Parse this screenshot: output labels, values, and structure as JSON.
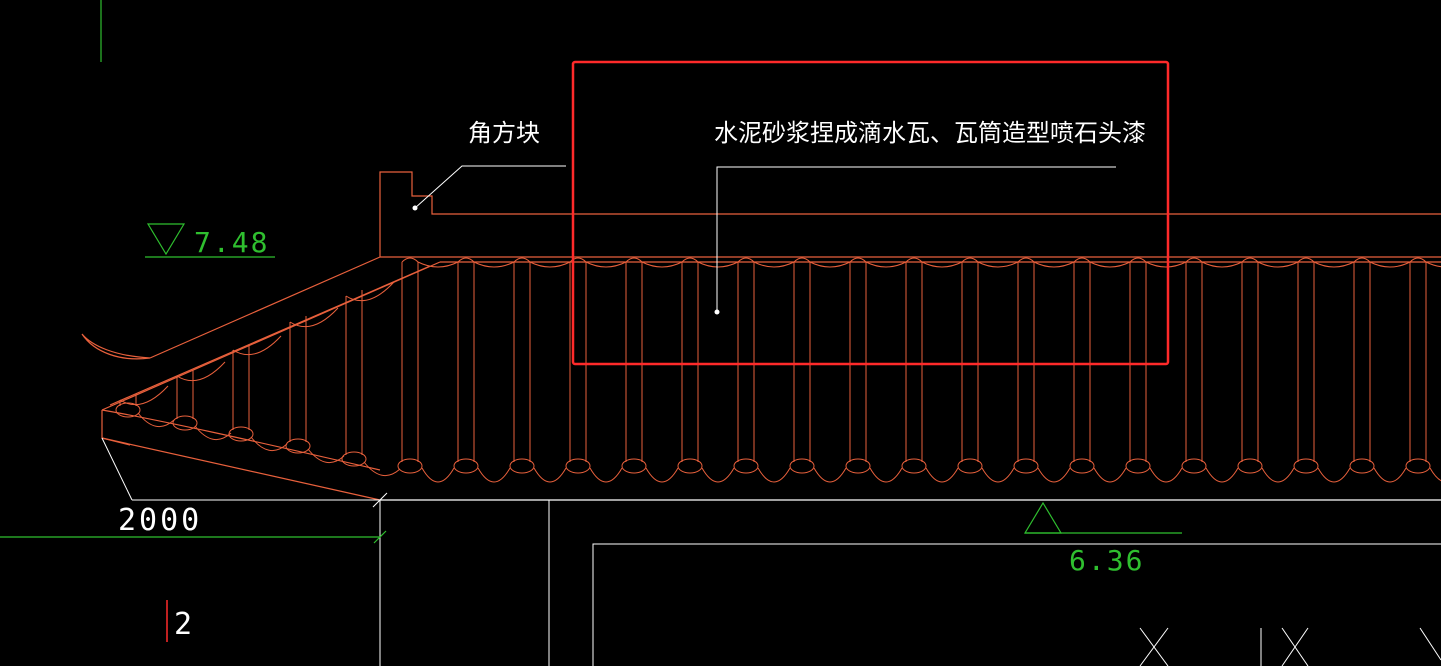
{
  "labels": {
    "corner_block": "角方块",
    "cement_note": "水泥砂浆捏成滴水瓦、瓦筒造型喷石头漆",
    "dimension": "2000",
    "elevation_top": "7.48",
    "elevation_bottom": "6.36",
    "axis_number": "2"
  },
  "colors": {
    "background": "#000000",
    "roof_lines": "#e8603c",
    "highlight_box": "#ff2a2a",
    "white_lines": "#ffffff",
    "green_lines": "#2fbf2f"
  }
}
